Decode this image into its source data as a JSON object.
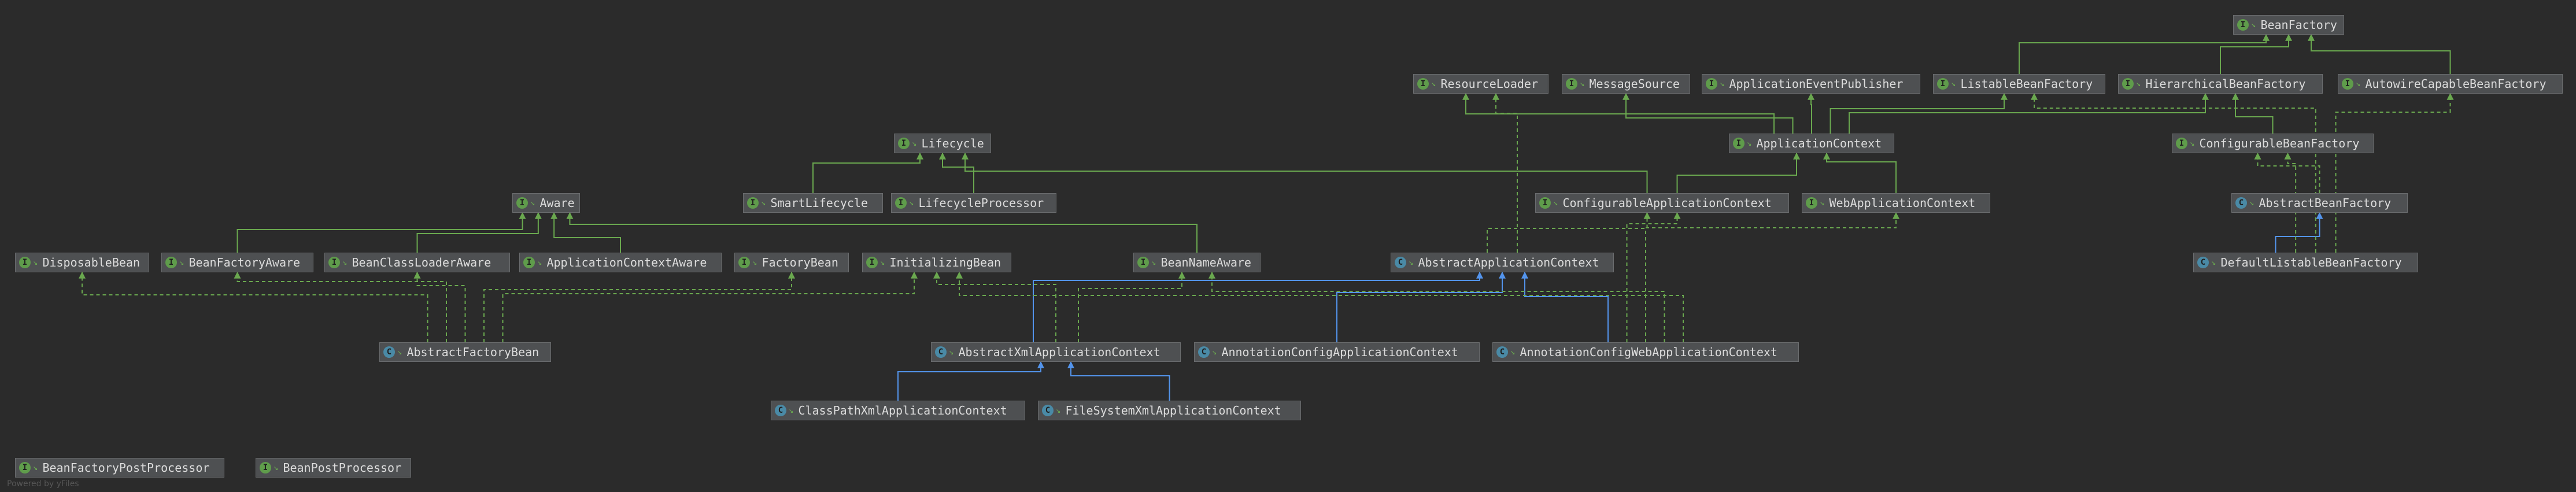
{
  "colors": {
    "background": "#2b2b2b",
    "node_fill": "#4e5052",
    "node_border": "#6a6c6e",
    "interface_icon": "#5f9c4b",
    "class_icon": "#4a8aa6",
    "extends_interface_edge": "#6aa84f",
    "implements_edge": "#6aa84f",
    "extends_class_edge": "#5394ec"
  },
  "icons": {
    "interface": {
      "glyph": "I",
      "name": "interface-icon"
    },
    "class": {
      "glyph": "C",
      "name": "class-icon"
    },
    "leaf": {
      "glyph": "↘",
      "name": "leaf-icon"
    }
  },
  "nodes": [
    {
      "id": "BeanFactory",
      "label": "BeanFactory",
      "kind": "interface"
    },
    {
      "id": "ResourceLoader",
      "label": "ResourceLoader",
      "kind": "interface"
    },
    {
      "id": "MessageSource",
      "label": "MessageSource",
      "kind": "interface"
    },
    {
      "id": "ApplicationEventPublisher",
      "label": "ApplicationEventPublisher",
      "kind": "interface"
    },
    {
      "id": "ListableBeanFactory",
      "label": "ListableBeanFactory",
      "kind": "interface"
    },
    {
      "id": "HierarchicalBeanFactory",
      "label": "HierarchicalBeanFactory",
      "kind": "interface"
    },
    {
      "id": "AutowireCapableBeanFactory",
      "label": "AutowireCapableBeanFactory",
      "kind": "interface"
    },
    {
      "id": "Lifecycle",
      "label": "Lifecycle",
      "kind": "interface"
    },
    {
      "id": "ApplicationContext",
      "label": "ApplicationContext",
      "kind": "interface"
    },
    {
      "id": "ConfigurableBeanFactory",
      "label": "ConfigurableBeanFactory",
      "kind": "interface"
    },
    {
      "id": "Aware",
      "label": "Aware",
      "kind": "interface"
    },
    {
      "id": "SmartLifecycle",
      "label": "SmartLifecycle",
      "kind": "interface"
    },
    {
      "id": "LifecycleProcessor",
      "label": "LifecycleProcessor",
      "kind": "interface"
    },
    {
      "id": "ConfigurableApplicationContext",
      "label": "ConfigurableApplicationContext",
      "kind": "interface"
    },
    {
      "id": "WebApplicationContext",
      "label": "WebApplicationContext",
      "kind": "interface"
    },
    {
      "id": "AbstractBeanFactory",
      "label": "AbstractBeanFactory",
      "kind": "class"
    },
    {
      "id": "DisposableBean",
      "label": "DisposableBean",
      "kind": "interface"
    },
    {
      "id": "BeanFactoryAware",
      "label": "BeanFactoryAware",
      "kind": "interface"
    },
    {
      "id": "BeanClassLoaderAware",
      "label": "BeanClassLoaderAware",
      "kind": "interface"
    },
    {
      "id": "ApplicationContextAware",
      "label": "ApplicationContextAware",
      "kind": "interface"
    },
    {
      "id": "FactoryBean",
      "label": "FactoryBean",
      "kind": "interface"
    },
    {
      "id": "InitializingBean",
      "label": "InitializingBean",
      "kind": "interface"
    },
    {
      "id": "BeanNameAware",
      "label": "BeanNameAware",
      "kind": "interface"
    },
    {
      "id": "AbstractApplicationContext",
      "label": "AbstractApplicationContext",
      "kind": "class"
    },
    {
      "id": "DefaultListableBeanFactory",
      "label": "DefaultListableBeanFactory",
      "kind": "class"
    },
    {
      "id": "AbstractFactoryBean",
      "label": "AbstractFactoryBean",
      "kind": "class"
    },
    {
      "id": "AbstractXmlApplicationContext",
      "label": "AbstractXmlApplicationContext",
      "kind": "class"
    },
    {
      "id": "AnnotationConfigApplicationContext",
      "label": "AnnotationConfigApplicationContext",
      "kind": "class"
    },
    {
      "id": "AnnotationConfigWebApplicationContext",
      "label": "AnnotationConfigWebApplicationContext",
      "kind": "class"
    },
    {
      "id": "ClassPathXmlApplicationContext",
      "label": "ClassPathXmlApplicationContext",
      "kind": "class"
    },
    {
      "id": "FileSystemXmlApplicationContext",
      "label": "FileSystemXmlApplicationContext",
      "kind": "class"
    },
    {
      "id": "BeanFactoryPostProcessor",
      "label": "BeanFactoryPostProcessor",
      "kind": "interface"
    },
    {
      "id": "BeanPostProcessor",
      "label": "BeanPostProcessor",
      "kind": "interface"
    }
  ],
  "edges": [
    {
      "from": "ListableBeanFactory",
      "to": "BeanFactory",
      "type": "extends_interface"
    },
    {
      "from": "HierarchicalBeanFactory",
      "to": "BeanFactory",
      "type": "extends_interface"
    },
    {
      "from": "AutowireCapableBeanFactory",
      "to": "BeanFactory",
      "type": "extends_interface"
    },
    {
      "from": "ApplicationContext",
      "to": "ResourceLoader",
      "type": "extends_interface"
    },
    {
      "from": "ApplicationContext",
      "to": "MessageSource",
      "type": "extends_interface"
    },
    {
      "from": "ApplicationContext",
      "to": "ApplicationEventPublisher",
      "type": "extends_interface"
    },
    {
      "from": "ApplicationContext",
      "to": "ListableBeanFactory",
      "type": "extends_interface"
    },
    {
      "from": "ApplicationContext",
      "to": "HierarchicalBeanFactory",
      "type": "extends_interface"
    },
    {
      "from": "ConfigurableBeanFactory",
      "to": "HierarchicalBeanFactory",
      "type": "extends_interface"
    },
    {
      "from": "SmartLifecycle",
      "to": "Lifecycle",
      "type": "extends_interface"
    },
    {
      "from": "LifecycleProcessor",
      "to": "Lifecycle",
      "type": "extends_interface"
    },
    {
      "from": "ConfigurableApplicationContext",
      "to": "Lifecycle",
      "type": "extends_interface"
    },
    {
      "from": "ConfigurableApplicationContext",
      "to": "ApplicationContext",
      "type": "extends_interface"
    },
    {
      "from": "WebApplicationContext",
      "to": "ApplicationContext",
      "type": "extends_interface"
    },
    {
      "from": "AbstractBeanFactory",
      "to": "ConfigurableBeanFactory",
      "type": "implements"
    },
    {
      "from": "BeanFactoryAware",
      "to": "Aware",
      "type": "extends_interface"
    },
    {
      "from": "BeanClassLoaderAware",
      "to": "Aware",
      "type": "extends_interface"
    },
    {
      "from": "ApplicationContextAware",
      "to": "Aware",
      "type": "extends_interface"
    },
    {
      "from": "BeanNameAware",
      "to": "Aware",
      "type": "extends_interface"
    },
    {
      "from": "AbstractApplicationContext",
      "to": "ConfigurableApplicationContext",
      "type": "implements"
    },
    {
      "from": "AbstractApplicationContext",
      "to": "ResourceLoader",
      "type": "implements"
    },
    {
      "from": "DefaultListableBeanFactory",
      "to": "AbstractBeanFactory",
      "type": "extends_class"
    },
    {
      "from": "DefaultListableBeanFactory",
      "to": "ConfigurableBeanFactory",
      "type": "implements"
    },
    {
      "from": "DefaultListableBeanFactory",
      "to": "ListableBeanFactory",
      "type": "implements"
    },
    {
      "from": "DefaultListableBeanFactory",
      "to": "AutowireCapableBeanFactory",
      "type": "implements"
    },
    {
      "from": "AbstractFactoryBean",
      "to": "DisposableBean",
      "type": "implements"
    },
    {
      "from": "AbstractFactoryBean",
      "to": "BeanFactoryAware",
      "type": "implements"
    },
    {
      "from": "AbstractFactoryBean",
      "to": "BeanClassLoaderAware",
      "type": "implements"
    },
    {
      "from": "AbstractFactoryBean",
      "to": "FactoryBean",
      "type": "implements"
    },
    {
      "from": "AbstractFactoryBean",
      "to": "InitializingBean",
      "type": "implements"
    },
    {
      "from": "AbstractXmlApplicationContext",
      "to": "AbstractApplicationContext",
      "type": "extends_class"
    },
    {
      "from": "AbstractXmlApplicationContext",
      "to": "InitializingBean",
      "type": "implements"
    },
    {
      "from": "AbstractXmlApplicationContext",
      "to": "BeanNameAware",
      "type": "implements"
    },
    {
      "from": "AnnotationConfigApplicationContext",
      "to": "AbstractApplicationContext",
      "type": "extends_class"
    },
    {
      "from": "AnnotationConfigWebApplicationContext",
      "to": "AbstractApplicationContext",
      "type": "extends_class"
    },
    {
      "from": "AnnotationConfigWebApplicationContext",
      "to": "ConfigurableApplicationContext",
      "type": "implements"
    },
    {
      "from": "AnnotationConfigWebApplicationContext",
      "to": "WebApplicationContext",
      "type": "implements"
    },
    {
      "from": "AnnotationConfigWebApplicationContext",
      "to": "BeanNameAware",
      "type": "implements"
    },
    {
      "from": "AnnotationConfigWebApplicationContext",
      "to": "InitializingBean",
      "type": "implements"
    },
    {
      "from": "ClassPathXmlApplicationContext",
      "to": "AbstractXmlApplicationContext",
      "type": "extends_class"
    },
    {
      "from": "FileSystemXmlApplicationContext",
      "to": "AbstractXmlApplicationContext",
      "type": "extends_class"
    }
  ],
  "watermark": "Powered by yFiles"
}
